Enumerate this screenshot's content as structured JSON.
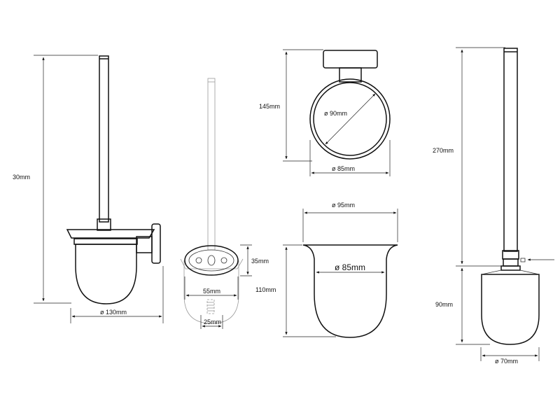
{
  "dimensions": {
    "total_height_a": "30mm",
    "width_a": "ø 130mm",
    "width_b": "55mm",
    "depth_b": "35mm",
    "height_b": "110mm",
    "hole_b": "25mm",
    "height_c": "145mm",
    "inner_c": "ø 90mm",
    "width_c": "ø 85mm",
    "width_d": "ø 95mm",
    "inner_d": "ø 85mm",
    "height_e1": "270mm",
    "height_e2": "90mm",
    "width_e": "ø 70mm"
  },
  "colors": {
    "line": "#111111",
    "faint": "#9a9a9a"
  }
}
